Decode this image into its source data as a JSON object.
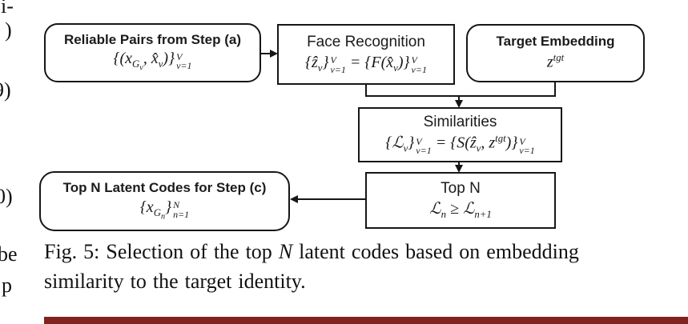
{
  "figure": {
    "nodes": [
      {
        "id": "reliable-pairs",
        "title": "Reliable Pairs from Step (a)",
        "math_html": "{(x<sub>G<sub>v</sub></sub>, x̂<sub>v</sub>)}<span class='ss'>V<br>v=1</span>"
      },
      {
        "id": "face-recognition",
        "title": "Face Recognition",
        "math_html": "{ẑ<sub>v</sub>}<span class='ss'>V<br>v=1</span> = {F(x̂<sub>v</sub>)}<span class='ss'>V<br>v=1</span>"
      },
      {
        "id": "target-embedding",
        "title": "Target Embedding",
        "math_html": "z<sup>tgt</sup>"
      },
      {
        "id": "similarities",
        "title": "Similarities",
        "math_html": "{ℒ<sub>v</sub>}<span class='ss'>V<br>v=1</span> = {S(ẑ<sub>v</sub>, z<sup>tgt</sup>)}<span class='ss'>V<br>v=1</span>"
      },
      {
        "id": "top-n",
        "title": "Top N",
        "math_html": "ℒ<sub>n</sub> ≥ ℒ<sub>n+1</sub>"
      },
      {
        "id": "top-n-latent-codes",
        "title": "Top N Latent Codes for Step (c)",
        "math_html": "{x<sub>G<sub>n</sub></sub>}<span class='ss'>N<br>n=1</span>"
      }
    ]
  },
  "caption": {
    "line1_html": "Fig. 5: Selection of the top <i>N</i> latent codes based on embedding",
    "line2": "similarity to the target identity."
  },
  "margin_fragments": [
    {
      "text": "i-"
    },
    {
      "text": ")"
    },
    {
      "text": "9)"
    },
    {
      "text": "0)"
    },
    {
      "text": "be"
    },
    {
      "text": "p"
    }
  ],
  "colors": {
    "ink": "#161616",
    "bottom_bar": "#802420"
  }
}
